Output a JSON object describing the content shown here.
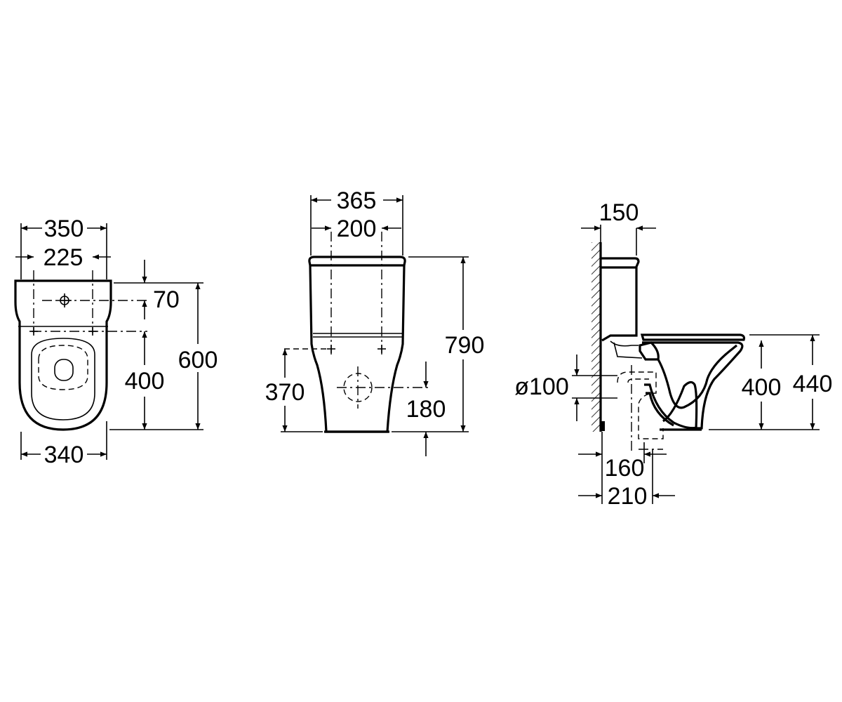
{
  "top_view": {
    "width_overall": "350",
    "fixing_spacing": "225",
    "fixing_offset": "70",
    "fixing_to_front": "400",
    "depth_overall": "600",
    "base_width": "340"
  },
  "front_view": {
    "width_overall": "365",
    "fixing_spacing": "200",
    "height_overall": "790",
    "fixing_height": "370",
    "outlet_height": "180"
  },
  "side_view": {
    "cistern_depth": "150",
    "outlet_diameter": "ø100",
    "rim_height_inner": "400",
    "rim_height_overall": "440",
    "outlet_to_wall": "160",
    "outlet_to_wall_outer": "210"
  }
}
